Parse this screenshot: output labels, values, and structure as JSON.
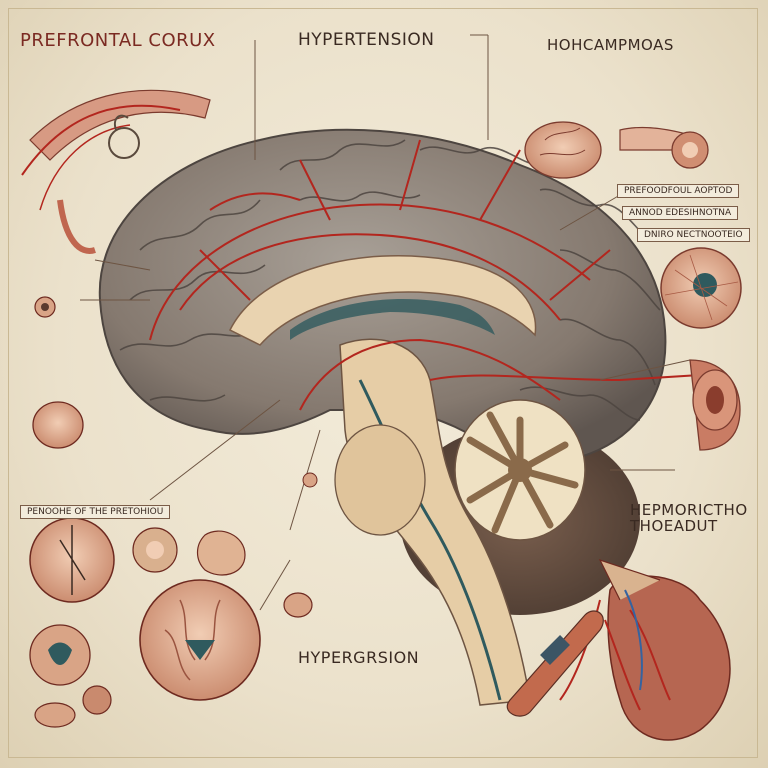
{
  "headings": {
    "top_left": "PREFRONTAL CORUX",
    "top_center": "HYPERTENSION",
    "top_right": "HOHCAMPMOAS",
    "bottom_center": "HYPERGRSION",
    "bottom_right_1": "HEPMORICTHO",
    "bottom_right_2": "THOEADUT"
  },
  "boxed_labels": {
    "left_box": "PENOOHE OF THE PRETOHIOU",
    "right_box_1": "PREFOODFOUL AOPTOD",
    "right_box_2": "ANNOD EDESIHNOTNA",
    "right_box_3": "DNIRO NECTNOOTEIO"
  },
  "colors": {
    "vessel_red": "#b3261e",
    "brain_gray": "#8c8279",
    "tissue_cream": "#e9d3b0",
    "paper": "#ece3cf",
    "ink": "#3a2a22"
  }
}
